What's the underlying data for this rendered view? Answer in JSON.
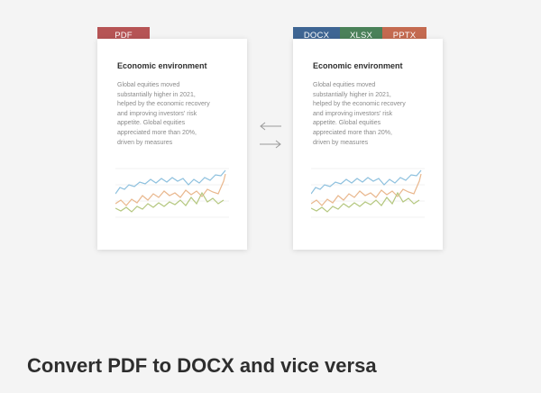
{
  "formats": {
    "source": "PDF",
    "targets": [
      "DOCX",
      "XLSX",
      "PPTX"
    ]
  },
  "colors": {
    "pdf": "#b65455",
    "docx": "#3e6593",
    "xlsx": "#4a8159",
    "pptx": "#c46a50",
    "line_blue": "#8dc0de",
    "line_orange": "#e9b78d",
    "line_green": "#b4c77f"
  },
  "document": {
    "title": "Economic environment",
    "lines_left": [
      "Global equities moved",
      "substantially higher in 2021,",
      "helped by the economic recovery",
      "and improving investors' risk",
      "appetite. Global equities",
      "appreciated more than 20%,",
      "driven by measures"
    ],
    "lines_right": [
      "Global equities moved",
      "substantially higher in 2021,",
      "helped by the economic recovery",
      "and improving investors' risk",
      "appetite. Global equities",
      "appreciated more than 20%,",
      "driven by measures"
    ]
  },
  "icons": {
    "arrow_left": "arrow-left-icon",
    "arrow_right": "arrow-right-icon"
  },
  "headline": "Convert PDF to DOCX and vice versa"
}
